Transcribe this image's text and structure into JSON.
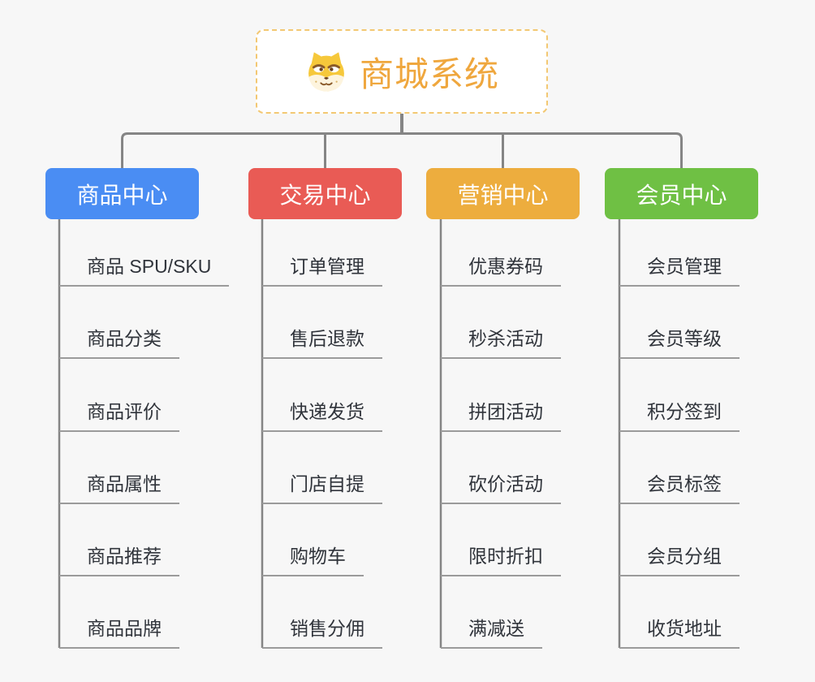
{
  "canvas": {
    "background": "#F7F7F7"
  },
  "root": {
    "label": "商城系统",
    "icon": "shiba-dog-icon",
    "text_color": "#EFA73E",
    "border_color": "#F3C873"
  },
  "branches": [
    {
      "label": "商品中心",
      "color": "#4A8DF3",
      "children": [
        "商品 SPU/SKU",
        "商品分类",
        "商品评价",
        "商品属性",
        "商品推荐",
        "商品品牌"
      ]
    },
    {
      "label": "交易中心",
      "color": "#E95B55",
      "children": [
        "订单管理",
        "售后退款",
        "快递发货",
        "门店自提",
        "购物车",
        "销售分佣"
      ]
    },
    {
      "label": "营销中心",
      "color": "#EDAD3E",
      "children": [
        "优惠券码",
        "秒杀活动",
        "拼团活动",
        "砍价活动",
        "限时折扣",
        "满减送"
      ]
    },
    {
      "label": "会员中心",
      "color": "#6FC044",
      "children": [
        "会员管理",
        "会员等级",
        "积分签到",
        "会员标签",
        "会员分组",
        "收货地址"
      ]
    }
  ],
  "connector_color": "#858585",
  "underline_color": "#9B9B9B"
}
